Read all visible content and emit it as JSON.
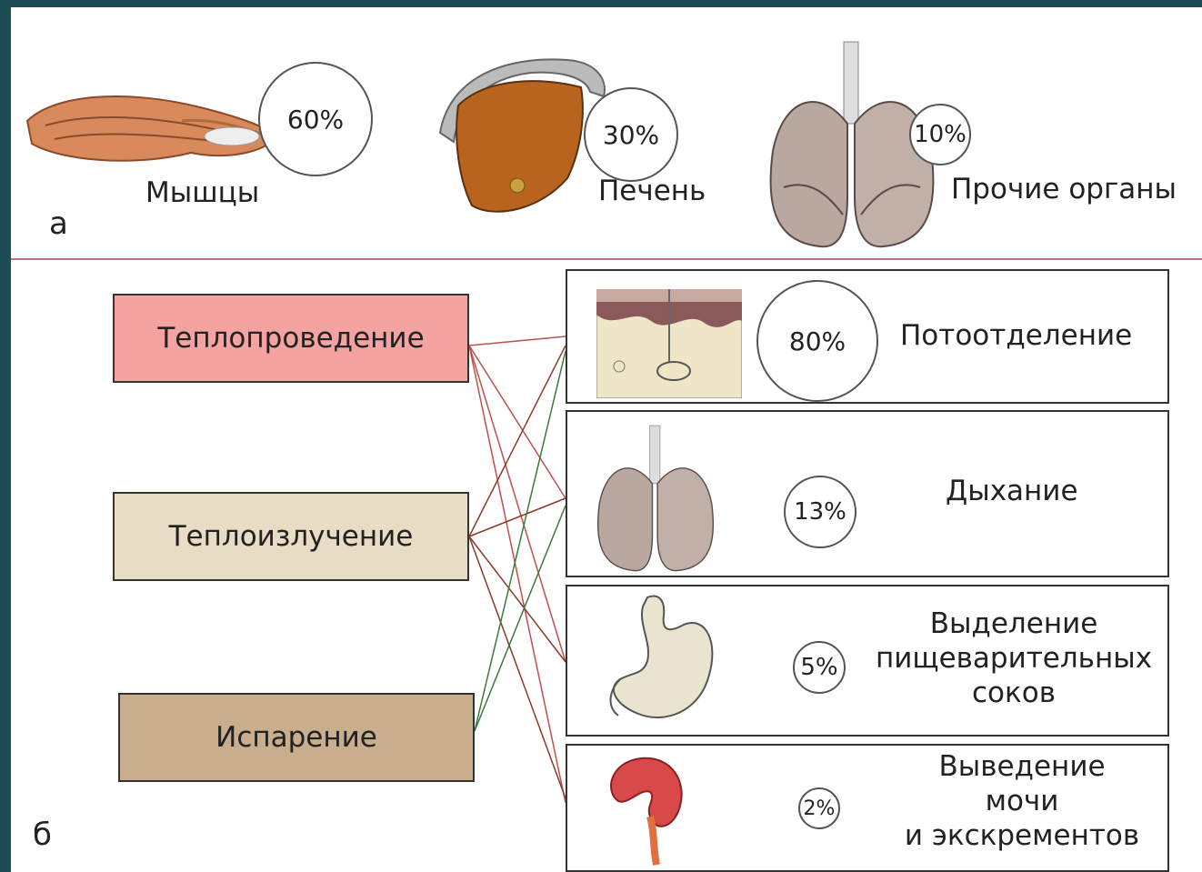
{
  "section_a": {
    "letter": "а",
    "organs": [
      {
        "name": "Мышцы",
        "percent": "60%",
        "icon": "muscle-icon"
      },
      {
        "name": "Печень",
        "percent": "30%",
        "icon": "liver-icon"
      },
      {
        "name": "Прочие органы",
        "percent": "10%",
        "icon": "lungs-icon"
      }
    ]
  },
  "section_b": {
    "letter": "б",
    "methods": [
      {
        "label": "Теплопроведение",
        "color": "#f4a3a0"
      },
      {
        "label": "Теплоизлучение",
        "color": "#e8dcc4"
      },
      {
        "label": "Испарение",
        "color": "#c8ae8c"
      }
    ],
    "routes": [
      {
        "lines": [
          "Потоотделение"
        ],
        "percent": "80%",
        "icon": "skin-section-icon"
      },
      {
        "lines": [
          "Дыхание"
        ],
        "percent": "13%",
        "icon": "lungs-icon"
      },
      {
        "lines": [
          "Выделение",
          "пищеварительных",
          "соков"
        ],
        "percent": "5%",
        "icon": "stomach-icon"
      },
      {
        "lines": [
          "Выведение",
          "мочи",
          "и экскрементов"
        ],
        "percent": "2%",
        "icon": "kidney-icon"
      }
    ],
    "connector_colors": [
      "#c0504d",
      "#8b3a2a",
      "#3a7a3a"
    ]
  }
}
